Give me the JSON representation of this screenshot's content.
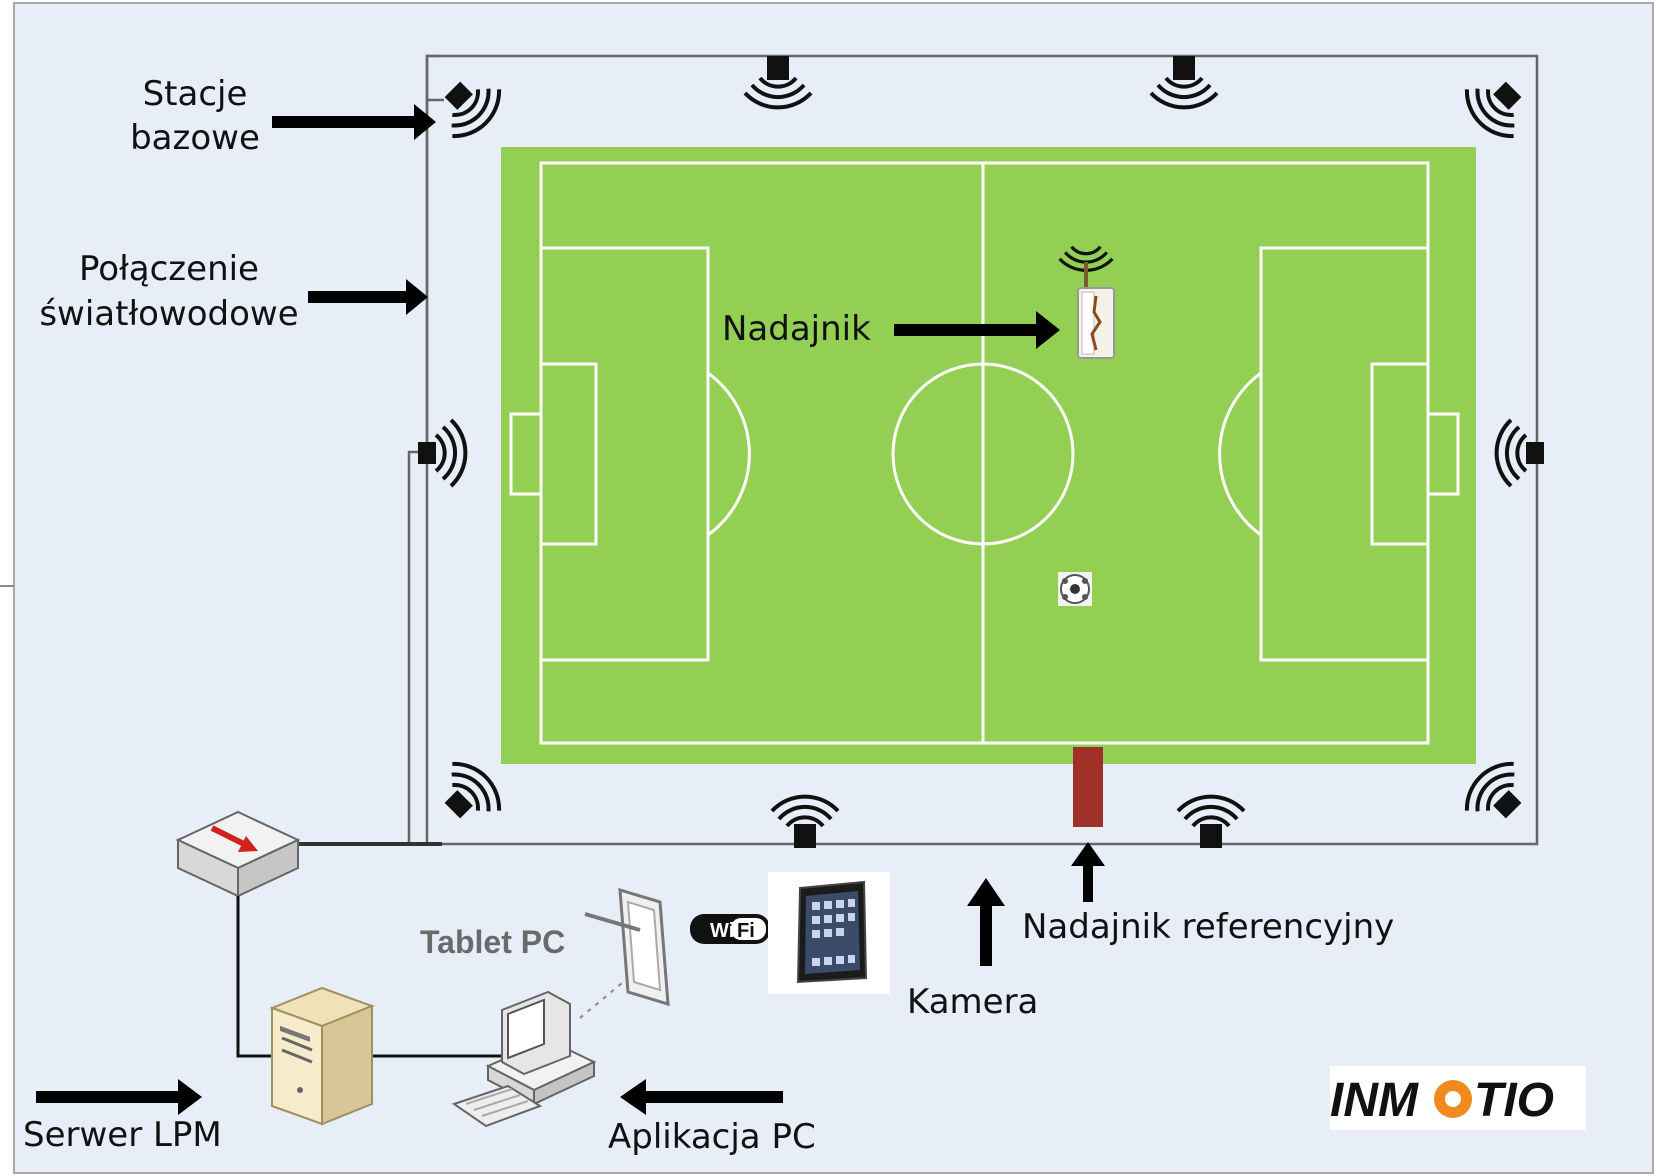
{
  "labels": {
    "base_stations_line1": "Stacje",
    "base_stations_line2": "bazowe",
    "fiber_line1": "Połączenie",
    "fiber_line2": "światłowodowe",
    "transmitter": "Nadajnik",
    "reference_transmitter": "Nadajnik referencyjny",
    "camera": "Kamera",
    "tablet": "Tablet PC",
    "wifi_part1": "Wi",
    "wifi_part2": "Fi",
    "server": "Serwer LPM",
    "pc_app": "Aplikacja PC",
    "logo_text_left": "INM",
    "logo_text_right": "TIO"
  },
  "colors": {
    "background": "#e7eef8",
    "pitch": "#92cf52",
    "pitch_lines": "#ffffff",
    "fiber_line": "#666666",
    "camera": "#a0302a",
    "logo_orange": "#f08a1c"
  },
  "icons": {
    "base_station": "base-station-icon",
    "transmitter": "transmitter-tag-icon",
    "ball": "ball-icon",
    "camera": "camera-icon",
    "switch": "network-switch-icon",
    "server": "server-tower-icon",
    "pc": "desktop-pc-icon",
    "tablet": "tablet-stylus-icon",
    "ipad": "ipad-icon",
    "wifi": "wifi-logo-icon",
    "arrow": "arrow-icon"
  }
}
